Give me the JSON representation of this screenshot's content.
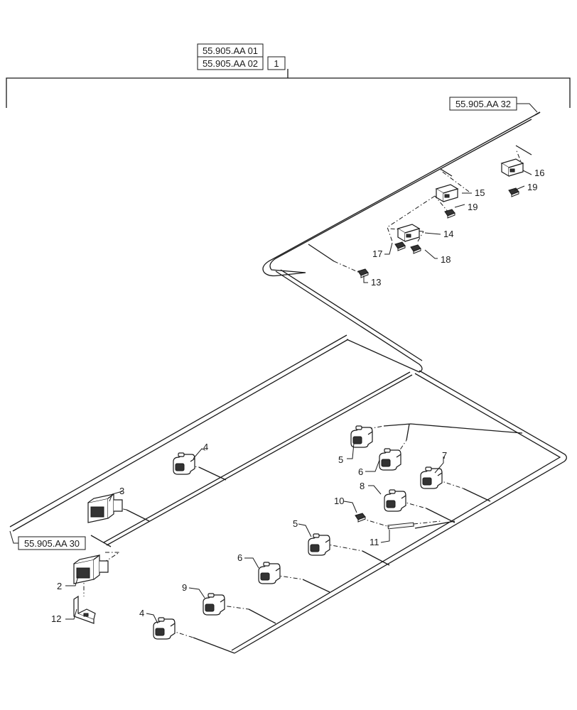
{
  "refs": {
    "top_1": "55.905.AA 01",
    "top_2": "55.905.AA 02",
    "top_item": "1",
    "right": "55.905.AA 32",
    "left": "55.905.AA 30"
  },
  "callouts": {
    "c2": "2",
    "c3": "3",
    "c4a": "4",
    "c4b": "4",
    "c5a": "5",
    "c5b": "5",
    "c6a": "6",
    "c6b": "6",
    "c7": "7",
    "c8": "8",
    "c9": "9",
    "c10": "10",
    "c11": "11",
    "c12": "12",
    "c13": "13",
    "c14": "14",
    "c15": "15",
    "c16": "16",
    "c17": "17",
    "c18": "18",
    "c19a": "19",
    "c19b": "19"
  }
}
